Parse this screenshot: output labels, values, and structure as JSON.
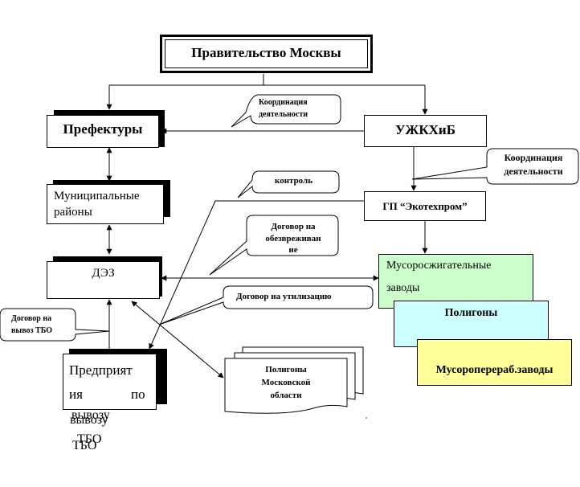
{
  "nodes": {
    "government": "Правительство Москвы",
    "prefectures": "Префектуры",
    "uzhkkhib": "УЖКХиБ",
    "municipal_line1": "Муниципальные",
    "municipal_line2": "районы",
    "dez": "ДЭЗ",
    "ekotekhprom": "ГП “Экотехпром”",
    "incineration_line1": "Мусоросжигательные",
    "incineration_line2": "заводы",
    "landfills": "Полигоны",
    "recycling": "Мусороперераб.заводы",
    "enterprises_line1": "Предприят",
    "enterprises_line2a": "ия",
    "enterprises_line2b": "по",
    "enterprises_line3": "вывозу",
    "enterprises_line4": "ТБО",
    "enterprises_ghost3": "вывозу",
    "enterprises_ghost4": "ТБО",
    "region_line1": "Полигоны",
    "region_line2": "Московской",
    "region_line3": "области"
  },
  "callouts": {
    "coord1_line1": "Координация",
    "coord1_line2": "деятельности",
    "coord2_line1": "Координация",
    "coord2_line2": "деятельности",
    "control": "контроль",
    "neutral_line1": "Договор на",
    "neutral_line2": "обезвреживан",
    "neutral_line3": "ие",
    "utilization": "Договор на утилизацию",
    "removal_line1": "Договор на",
    "removal_line2": "вывоз ТБО"
  },
  "colors": {
    "incineration": "#ccffcc",
    "landfills": "#ccffff",
    "recycling": "#ffff99"
  }
}
